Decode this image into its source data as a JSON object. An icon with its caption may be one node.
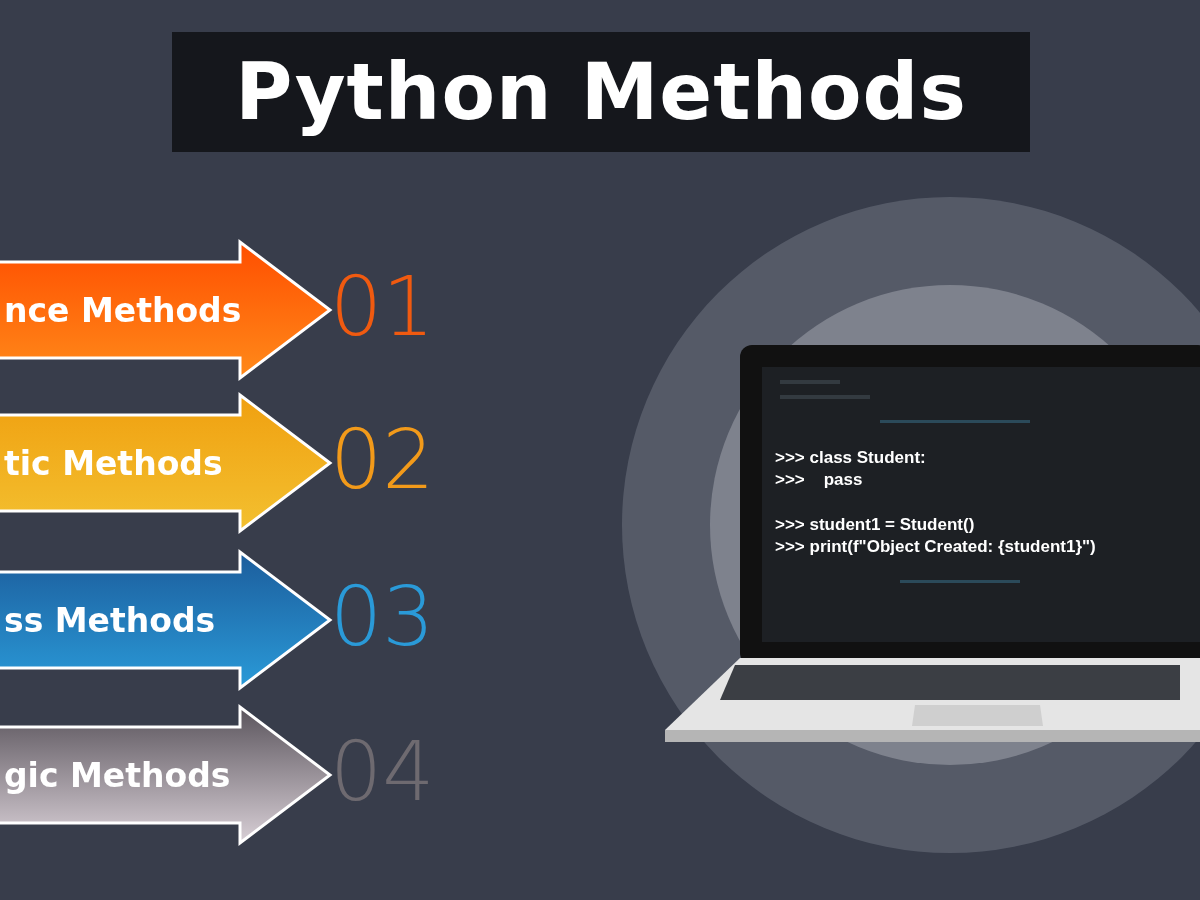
{
  "diagram": {
    "title": "Python Methods",
    "nodes": [
      {
        "text": [
          "nce Methods"
        ],
        "beside": [
          "01"
        ]
      },
      {
        "text": [
          "tic Methods"
        ],
        "beside": [
          "02"
        ]
      },
      {
        "text": [
          "ss Methods"
        ],
        "beside": [
          "03"
        ]
      },
      {
        "text": [
          "gic Methods"
        ],
        "beside": [
          "04"
        ]
      }
    ],
    "labels": [
      ">>> class Student:",
      ">>>    pass",
      ">>> student1 = Student()",
      ">>> print(f\"Object Created: {student1}\")"
    ]
  }
}
